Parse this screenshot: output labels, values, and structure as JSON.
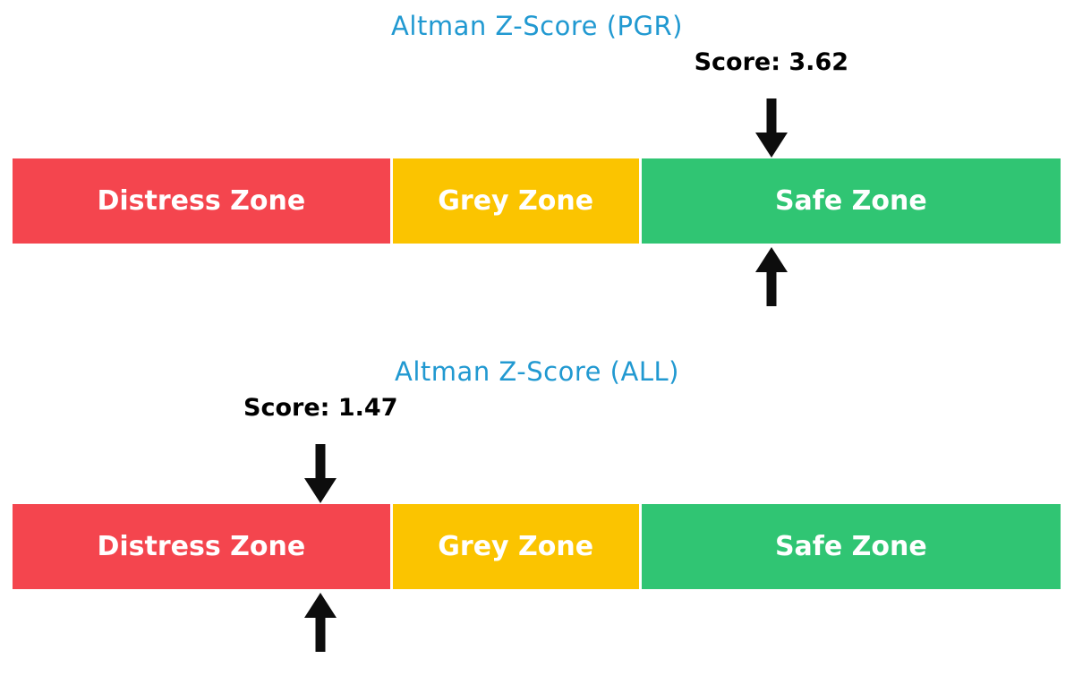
{
  "figure": {
    "background": "#FFFFFF"
  },
  "colors": {
    "title": "#2199D1",
    "score_text": "#000000",
    "arrow": "#0D0D0D",
    "zone_text": "#FFFFFF"
  },
  "chart_data": [
    {
      "type": "bar",
      "variant": "zone-strip-with-score-indicator",
      "title": "Altman Z-Score (PGR)",
      "score": 3.62,
      "score_label": "Score: 3.62",
      "axis_range": [
        0,
        5
      ],
      "indicated_zone": "Safe Zone",
      "grid": false,
      "legend": false,
      "zones": [
        {
          "label": "Distress Zone",
          "range": [
            0,
            1.81
          ],
          "color": "#F4454E"
        },
        {
          "label": "Grey Zone",
          "range": [
            1.81,
            2.99
          ],
          "color": "#FBC400"
        },
        {
          "label": "Safe Zone",
          "range": [
            2.99,
            5
          ],
          "color": "#30C573"
        }
      ]
    },
    {
      "type": "bar",
      "variant": "zone-strip-with-score-indicator",
      "title": "Altman Z-Score (ALL)",
      "score": 1.47,
      "score_label": "Score: 1.47",
      "axis_range": [
        0,
        5
      ],
      "indicated_zone": "Distress Zone",
      "grid": false,
      "legend": false,
      "zones": [
        {
          "label": "Distress Zone",
          "range": [
            0,
            1.81
          ],
          "color": "#F4454E"
        },
        {
          "label": "Grey Zone",
          "range": [
            1.81,
            2.99
          ],
          "color": "#FBC400"
        },
        {
          "label": "Safe Zone",
          "range": [
            2.99,
            5
          ],
          "color": "#30C573"
        }
      ]
    }
  ]
}
